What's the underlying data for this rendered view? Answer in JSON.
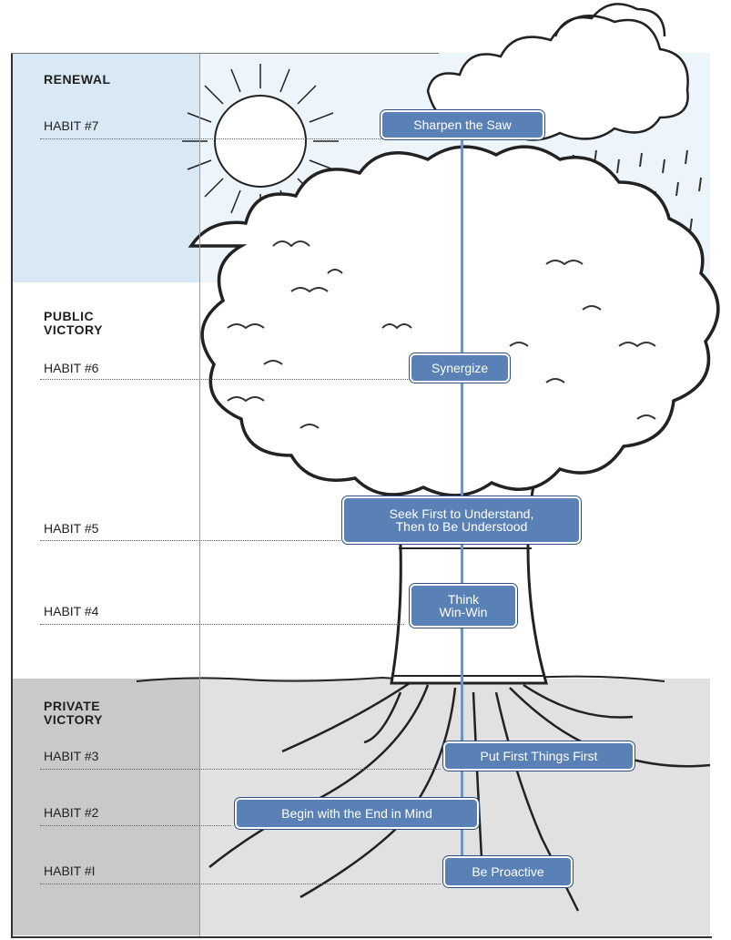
{
  "sections": {
    "renewal": "RENEWAL",
    "public_victory": "PUBLIC\nVICTORY",
    "private_victory": "PRIVATE\nVICTORY"
  },
  "habit_labels": {
    "h7": "HABIT #7",
    "h6": "HABIT #6",
    "h5": "HABIT #5",
    "h4": "HABIT #4",
    "h3": "HABIT #3",
    "h2": "HABIT #2",
    "h1": "HABIT #I"
  },
  "habits": {
    "h7": "Sharpen the Saw",
    "h6": "Synergize",
    "h5": "Seek First to Understand,\nThen to Be Understood",
    "h4": "Think\nWin-Win",
    "h3": "Put First Things First",
    "h2": "Begin with the End in Mind",
    "h1": "Be Proactive"
  },
  "colors": {
    "habit_box": "#5a81b6",
    "renewal_band": "#d8e8f4",
    "private_band": "#c9c9c9",
    "axis": "#6f93c3"
  }
}
